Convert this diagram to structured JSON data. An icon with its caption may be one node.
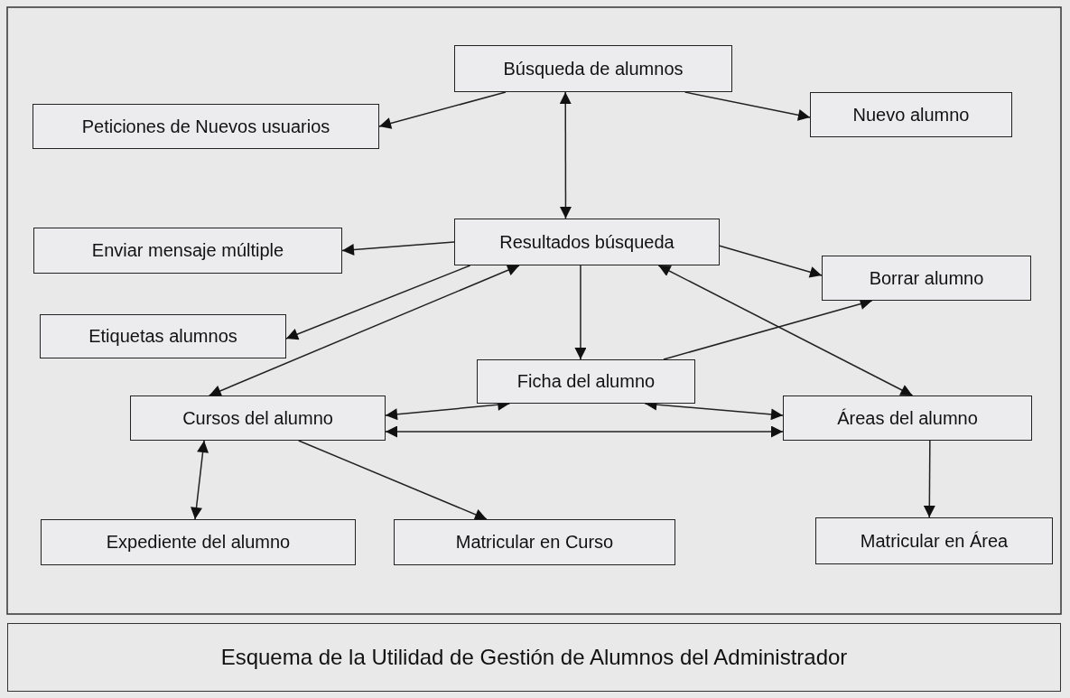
{
  "diagram": {
    "caption": "Esquema de la Utilidad de Gestión de Alumnos del Administrador",
    "nodes": [
      {
        "text": [
          "Búsqueda de alumnos"
        ]
      },
      {
        "text": [
          "Peticiones de Nuevos usuarios"
        ]
      },
      {
        "text": [
          "Nuevo alumno"
        ]
      },
      {
        "text": [
          "Enviar mensaje múltiple"
        ]
      },
      {
        "text": [
          "Resultados búsqueda"
        ]
      },
      {
        "text": [
          "Borrar alumno"
        ]
      },
      {
        "text": [
          "Etiquetas alumnos"
        ]
      },
      {
        "text": [
          "Ficha del alumno"
        ]
      },
      {
        "text": [
          "Cursos del alumno"
        ]
      },
      {
        "text": [
          "Áreas del alumno"
        ]
      },
      {
        "text": [
          "Expediente del alumno"
        ]
      },
      {
        "text": [
          "Matricular en Curso"
        ]
      },
      {
        "text": [
          "Matricular en Área"
        ]
      }
    ],
    "edges": [
      {
        "from": 0,
        "to": 1,
        "arrow": "to"
      },
      {
        "from": 0,
        "to": 2,
        "arrow": "to"
      },
      {
        "from": 0,
        "to": 4,
        "arrow": "both"
      },
      {
        "from": 4,
        "to": 3,
        "arrow": "to"
      },
      {
        "from": 4,
        "to": 5,
        "arrow": "to"
      },
      {
        "from": 4,
        "to": 6,
        "arrow": "to"
      },
      {
        "from": 4,
        "to": 8,
        "arrow": "both"
      },
      {
        "from": 4,
        "to": 7,
        "arrow": "to"
      },
      {
        "from": 4,
        "to": 9,
        "arrow": "both"
      },
      {
        "from": 7,
        "to": 5,
        "arrow": "to"
      },
      {
        "from": 7,
        "to": 8,
        "arrow": "both"
      },
      {
        "from": 7,
        "to": 9,
        "arrow": "both"
      },
      {
        "from": 8,
        "to": 9,
        "arrow": "both"
      },
      {
        "from": 8,
        "to": 10,
        "arrow": "both"
      },
      {
        "from": 8,
        "to": 11,
        "arrow": "to"
      },
      {
        "from": 9,
        "to": 12,
        "arrow": "to"
      }
    ]
  }
}
